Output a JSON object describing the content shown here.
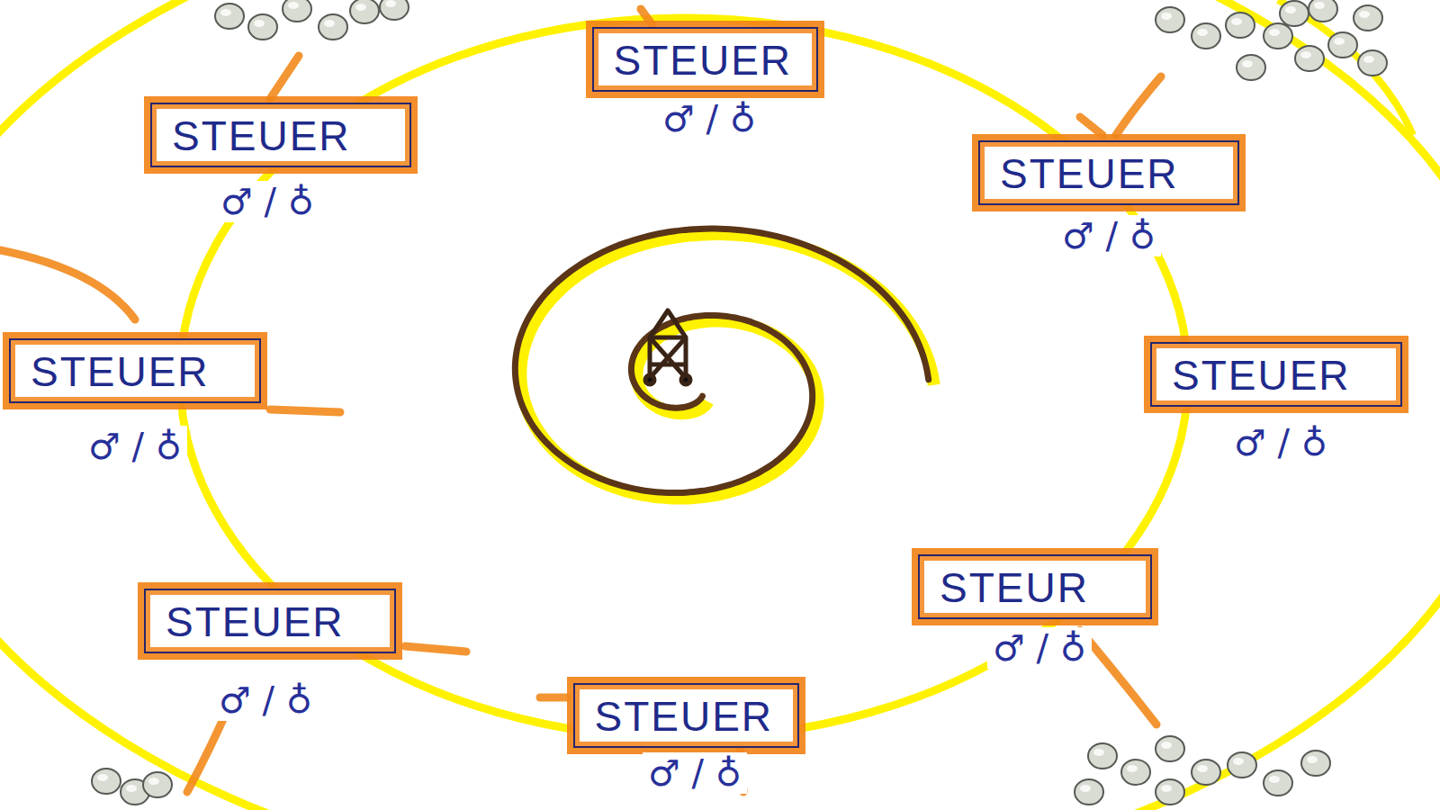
{
  "diagram": {
    "nodes": [
      {
        "text": [
          "STEUER",
          "♂ / ♁"
        ]
      },
      {
        "text": [
          "STEUER",
          "♂ / ♁"
        ]
      },
      {
        "text": [
          "STEUER",
          "♂ / ♁"
        ]
      },
      {
        "text": [
          "STEUER",
          "♂ / ♁"
        ]
      },
      {
        "text": [
          "STEUER",
          "♂ / ♁"
        ]
      },
      {
        "text": [
          "STEUR",
          "♂ / ♁"
        ]
      },
      {
        "text": [
          "STEUER",
          "♂ / ♁"
        ]
      },
      {
        "text": [
          "STEUER",
          "♂ / ♁"
        ]
      }
    ]
  }
}
